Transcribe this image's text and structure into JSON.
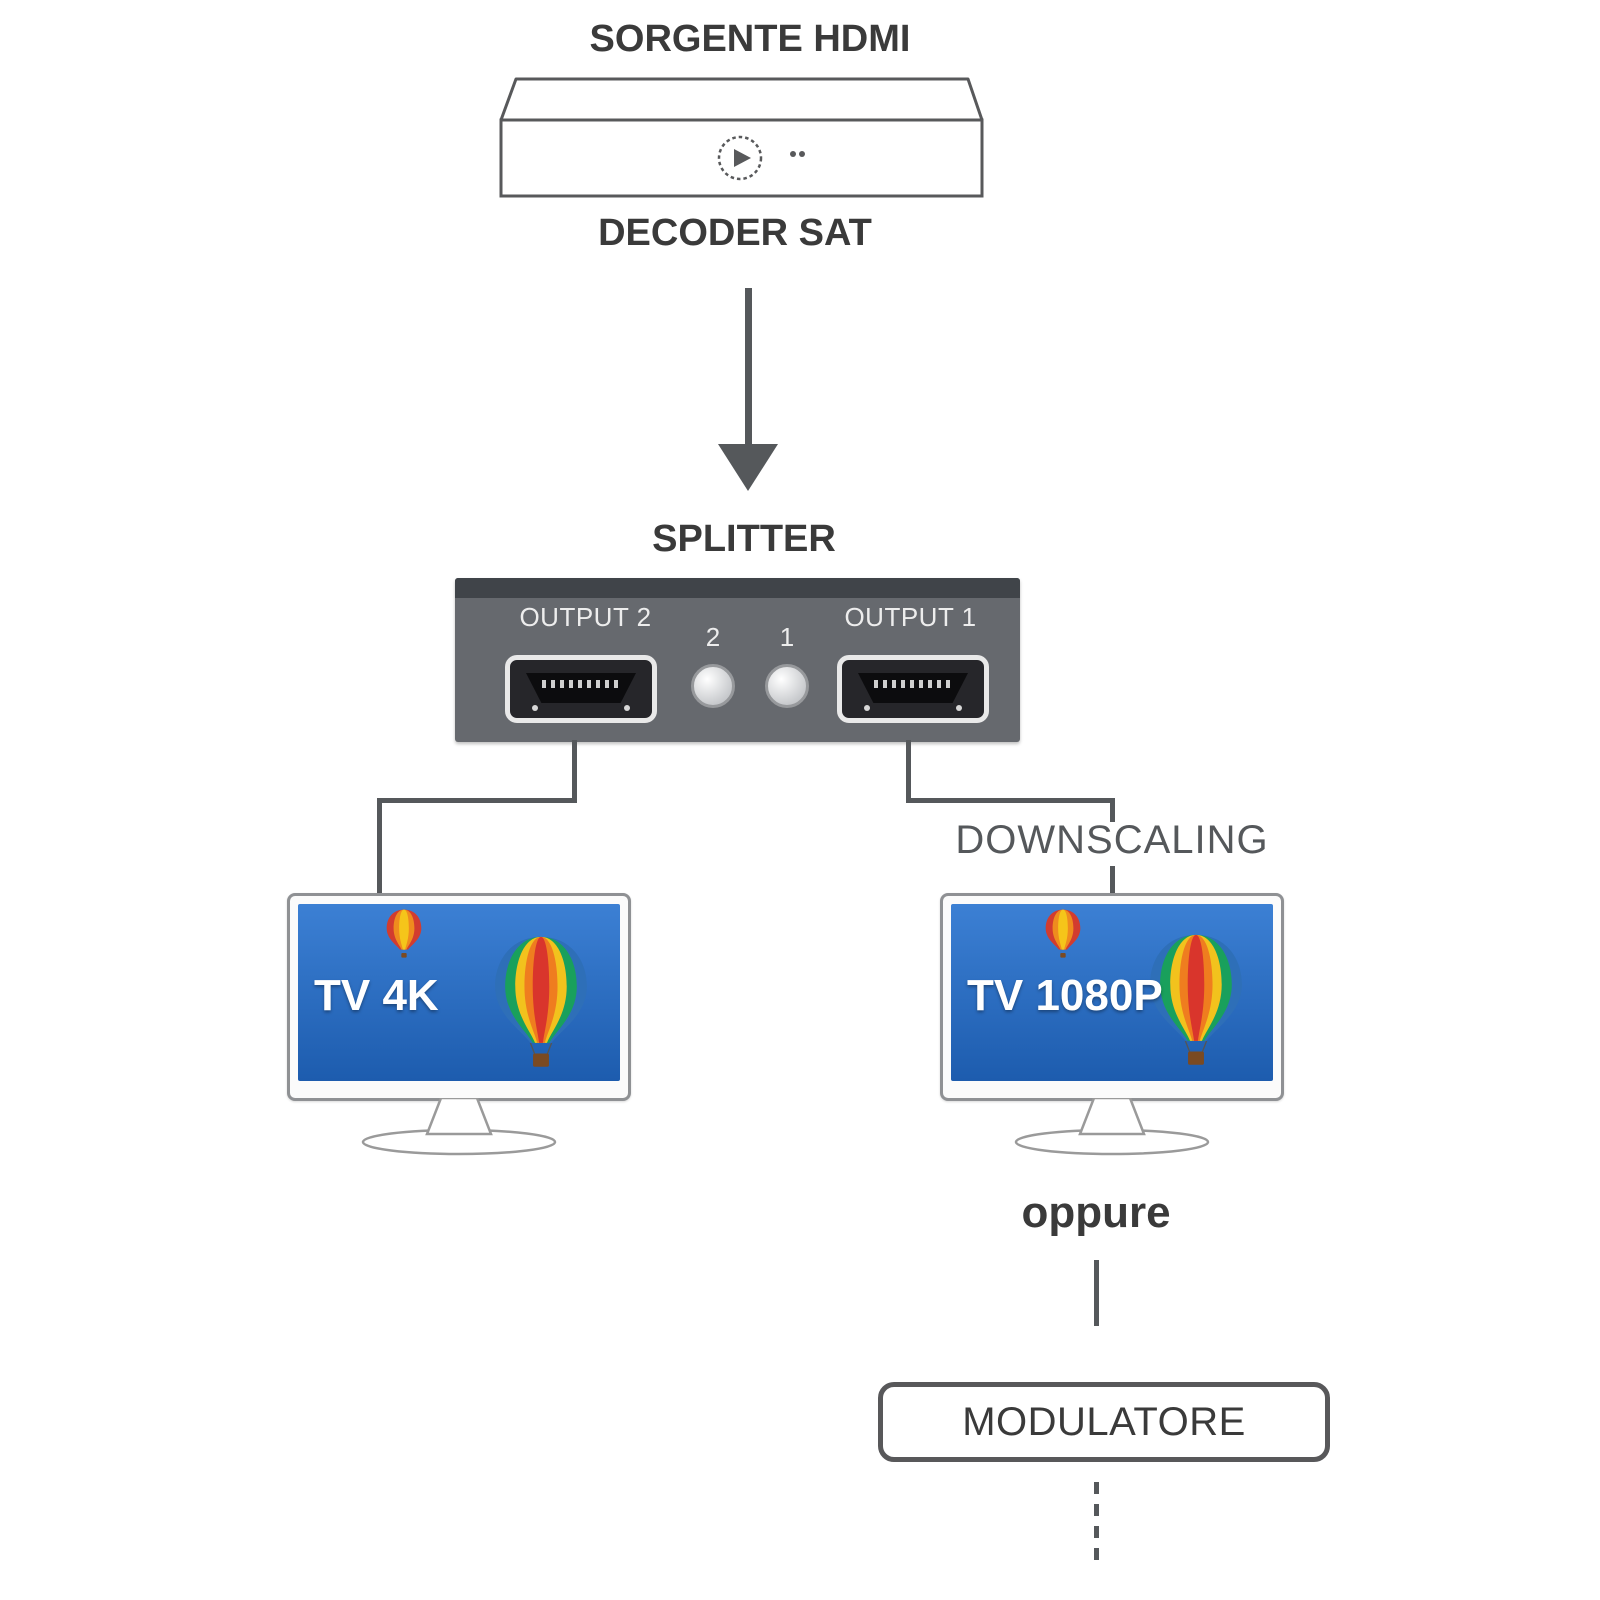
{
  "diagram": {
    "title_source": "SORGENTE HDMI",
    "decoder": {
      "label": "DECODER SAT"
    },
    "splitter": {
      "title": "SPLITTER",
      "output2_label": "OUTPUT 2",
      "output1_label": "OUTPUT 1",
      "button2_label": "2",
      "button1_label": "1"
    },
    "downscaling_label": "DOWNSCALING",
    "tv_4k": {
      "label": "TV 4K"
    },
    "tv_1080p": {
      "label": "TV 1080P"
    },
    "or_label": "oppure",
    "modulator": {
      "label": "MODULATORE"
    }
  },
  "colors": {
    "text": "#3a3a3a",
    "muted_text": "#55585b",
    "line": "#55585b",
    "splitter_body": "#66696e",
    "splitter_top": "#404449",
    "screen_top": "#3c80d4",
    "screen_bottom": "#1d5cae"
  }
}
